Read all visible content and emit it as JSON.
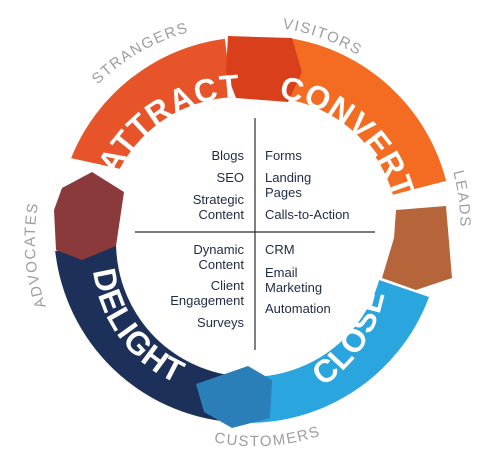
{
  "colors": {
    "attract": "#e8542a",
    "convert": "#f36c21",
    "close": "#2aa5de",
    "delight": "#1c3059",
    "connector_attract": "#d93f1a",
    "connector_convert": "#b6643a",
    "connector_close": "#2a7fb8",
    "connector_delight": "#8a3a3a",
    "outer_text": "#9e9e9e",
    "center_text": "#1f2a44",
    "divider": "#2b2b2b"
  },
  "stages": {
    "attract": "ATTRACT",
    "convert": "CONVERT",
    "close": "CLOSE",
    "delight": "DELIGHT"
  },
  "outer_labels": {
    "strangers": "STRANGERS",
    "visitors": "VISITORS",
    "leads": "LEADS",
    "customers": "CUSTOMERS",
    "advocates": "ADVOCATES"
  },
  "quadrants": {
    "attract": [
      "Blogs",
      "SEO",
      "Strategic",
      "Content"
    ],
    "convert": [
      "Forms",
      "Landing",
      "Pages",
      "Calls-to-Action"
    ],
    "delight": [
      "Dynamic",
      "Content",
      "Client",
      "Engagement",
      "Surveys"
    ],
    "close": [
      "CRM",
      "Email",
      "Marketing",
      "Automation"
    ]
  }
}
